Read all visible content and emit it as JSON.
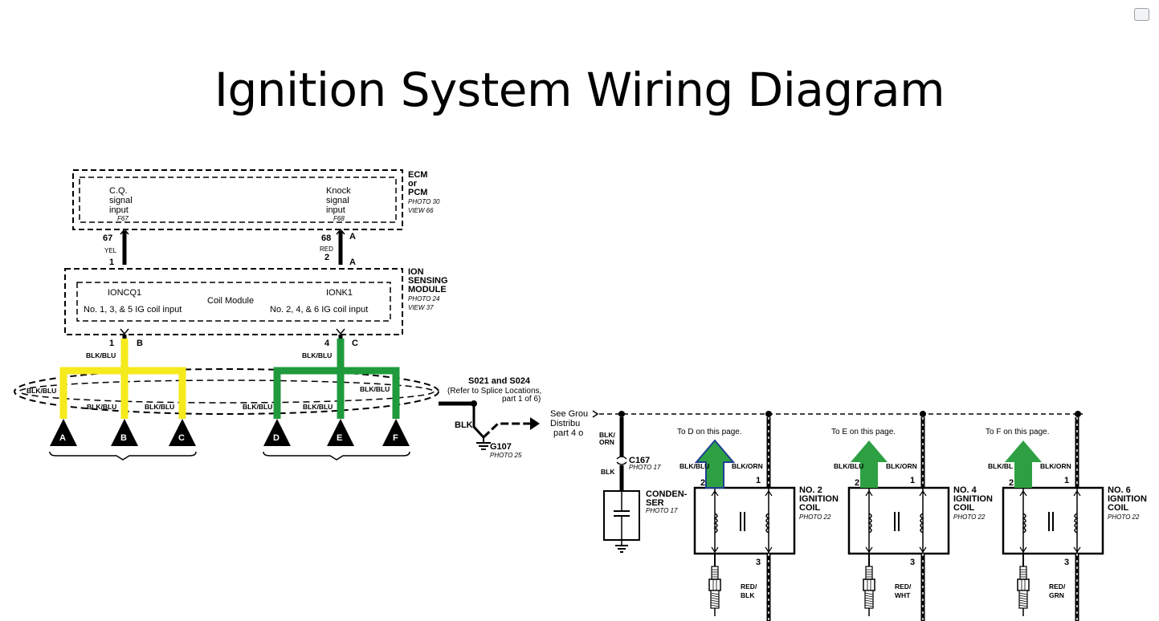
{
  "title": "Ignition System Wiring Diagram",
  "image_button_icon": "image-icon",
  "ecm": {
    "label_lines": [
      "ECM",
      "or",
      "PCM"
    ],
    "photo": "PHOTO 30",
    "view": "VIEW 66",
    "cq_lines": [
      "C.Q.",
      "signal",
      "input"
    ],
    "cq_pin": "F67",
    "knock_lines": [
      "Knock",
      "signal",
      "input"
    ],
    "knock_pin": "F68"
  },
  "wires_top": {
    "left_num_top": "67",
    "left_color": "YEL",
    "left_num_bottom": "1",
    "right_num_top": "68",
    "right_color": "RED",
    "right_num_bottom": "2",
    "right_letter_top": "A",
    "right_letter_bottom": "A"
  },
  "ion_module": {
    "label_lines": [
      "ION",
      "SENSING",
      "MODULE"
    ],
    "photo": "PHOTO 24",
    "view": "VIEW 37",
    "left_name": "IONCQ1",
    "center": "Coil Module",
    "left_input": "No. 1, 3, & 5 IG coil  input",
    "right_name": "IONK1",
    "right_input": "No. 2, 4, & 6 IG coil  input"
  },
  "module_pins": {
    "left_num": "1",
    "left_letter": "B",
    "right_num": "4",
    "right_letter": "C",
    "left_color": "BLK/BLU",
    "right_color": "BLK/BLU"
  },
  "harness": {
    "left_wire": "BLK/BLU",
    "right_wire": "BLK/BLU",
    "branch_labels": [
      "BLK/BLU",
      "BLK/BLU",
      "BLK/BLU",
      "BLK/BLU"
    ],
    "connectors": [
      "A",
      "B",
      "C",
      "D",
      "E",
      "F"
    ]
  },
  "colors": {
    "yellow_trace": "#f5ea1c",
    "green_trace": "#1f9a3c",
    "arrow_green": "#2ea043",
    "arrow_outline": "#1c3f91"
  },
  "splice": {
    "label": "S021 and S024",
    "ref_line1": "(Refer to Splice Locations,",
    "ref_line2": "part 1 of 6)",
    "wire": "BLK",
    "ground": "G107",
    "photo": "PHOTO 25",
    "see_line1": "See Grou",
    "see_line2": "Distribu",
    "see_line3": "part 4 o"
  },
  "condenser": {
    "wire_top": "BLK/",
    "wire_top2": "ORN",
    "connector": "C167",
    "photo": "PHOTO 17",
    "wire_bottom": "BLK",
    "label_lines": [
      "CONDEN-",
      "SER"
    ],
    "label_photo": "PHOTO 17"
  },
  "coils": [
    {
      "arrow_text": "To D on this page.",
      "left_wire": "BLK/BLU",
      "right_wire": "BLK/ORN",
      "pin_left": "2",
      "pin_right": "1",
      "pin_bottom": "3",
      "name_lines": [
        "NO. 2",
        "IGNITION",
        "COIL"
      ],
      "photo": "PHOTO 22",
      "out_wire_lines": [
        "RED/",
        "BLK"
      ]
    },
    {
      "arrow_text": "To E on this page.",
      "left_wire": "BLK/BLU",
      "right_wire": "BLK/ORN",
      "pin_left": "2",
      "pin_right": "1",
      "pin_bottom": "3",
      "name_lines": [
        "NO. 4",
        "IGNITION",
        "COIL"
      ],
      "photo": "PHOTO 22",
      "out_wire_lines": [
        "RED/",
        "WHT"
      ]
    },
    {
      "arrow_text": "To F on this page.",
      "left_wire": "BLK/BL",
      "right_wire": "BLK/ORN",
      "pin_left": "2",
      "pin_right": "1",
      "pin_bottom": "3",
      "name_lines": [
        "NO. 6",
        "IGNITION",
        "COIL"
      ],
      "photo": "PHOTO 22",
      "out_wire_lines": [
        "RED/",
        "GRN"
      ]
    }
  ]
}
